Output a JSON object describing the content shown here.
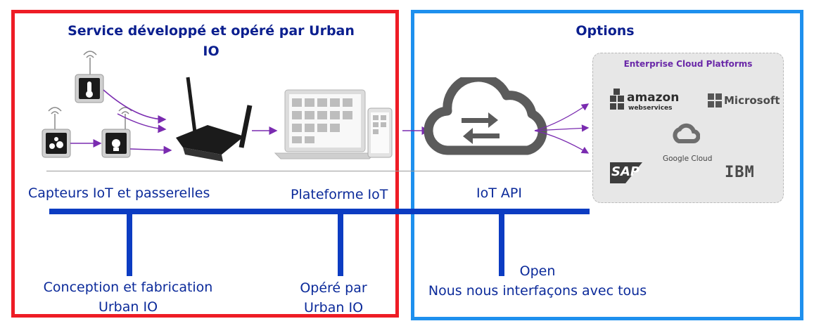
{
  "sections": {
    "left_title": "Service développé et opéré par Urban IO",
    "right_title": "Options"
  },
  "labels": {
    "sensors": "Capteurs IoT et passerelles",
    "platform": "Plateforme IoT",
    "api": "IoT API"
  },
  "bottom": {
    "design_line1": "Conception et fabrication",
    "design_line2": "Urban IO",
    "operated_line1": "Opéré par",
    "operated_line2": "Urban IO",
    "open_line1": "Open",
    "open_line2": "Nous nous interfaçons avec tous"
  },
  "cloud": {
    "title": "Enterprise Cloud Platforms",
    "amazon": "amazon",
    "amazon_sub": "webservices",
    "microsoft": "Microsoft",
    "google": "Google Cloud",
    "sap": "SAP",
    "ibm": "IBM"
  },
  "colors": {
    "red_frame": "#ee1c25",
    "blue_frame": "#1e90ee",
    "text_blue": "#0b2a9a",
    "bar_blue": "#0c3cc2",
    "arrow_purple": "#7a2bb0"
  },
  "icons": [
    "thermometer-icon",
    "water-drops-icon",
    "light-sensor-icon",
    "gateway-router-icon",
    "laptop-dashboard-icon",
    "tablet-icon",
    "cloud-sync-icon"
  ]
}
